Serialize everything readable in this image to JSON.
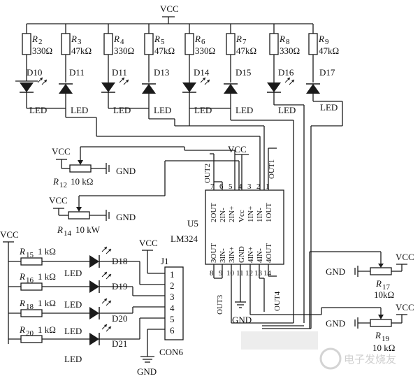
{
  "vcc_label": "VCC",
  "gnd_label": "GND",
  "led_label": "LED",
  "top_resistors": [
    {
      "ref": "R",
      "sub": "2",
      "value": "330Ω"
    },
    {
      "ref": "R",
      "sub": "3",
      "value": "47kΩ"
    },
    {
      "ref": "R",
      "sub": "4",
      "value": "330Ω"
    },
    {
      "ref": "R",
      "sub": "5",
      "value": "47kΩ"
    },
    {
      "ref": "R",
      "sub": "6",
      "value": "330Ω"
    },
    {
      "ref": "R",
      "sub": "7",
      "value": "47kΩ"
    },
    {
      "ref": "R",
      "sub": "8",
      "value": "330Ω"
    },
    {
      "ref": "R",
      "sub": "9",
      "value": "47kΩ"
    }
  ],
  "top_diodes": [
    "D10",
    "D11",
    "D11",
    "D13",
    "D14",
    "D15",
    "D16",
    "D17"
  ],
  "pots": [
    {
      "ref": "R",
      "sub": "12",
      "value": "10 kΩ"
    },
    {
      "ref": "R",
      "sub": "14",
      "value": "10 kW"
    },
    {
      "ref": "R",
      "sub": "17",
      "value": "10kΩ"
    },
    {
      "ref": "R",
      "sub": "19",
      "value": "10 kΩ"
    }
  ],
  "chip": {
    "ref": "U5",
    "part": "LM324",
    "top_pin_numbers": [
      "7",
      "6",
      "5",
      "4",
      "3",
      "2",
      "1"
    ],
    "top_pin_names": [
      "2OUT",
      "2IN-",
      "2IN+",
      "Vcc",
      "1IN+",
      "1IN-",
      "1OUT"
    ],
    "bottom_pin_numbers": [
      "8",
      "9",
      "10",
      "11",
      "12",
      "13",
      "14"
    ],
    "bottom_pin_names": [
      "3OUT",
      "3IN-",
      "3IN+",
      "GND",
      "4IN+",
      "4IN-",
      "4OUT"
    ],
    "net_out2": "OUT2",
    "net_out1": "OUT1",
    "net_out3": "OUT3",
    "net_out4": "OUT4"
  },
  "left_resistors": [
    {
      "ref": "R",
      "sub": "15",
      "value": "1 kΩ"
    },
    {
      "ref": "R",
      "sub": "16",
      "value": "1 kΩ"
    },
    {
      "ref": "R",
      "sub": "18",
      "value": "1 kΩ"
    },
    {
      "ref": "R",
      "sub": "20",
      "value": "1 kΩ"
    }
  ],
  "left_diodes": [
    "D18",
    "D19",
    "D20",
    "D21"
  ],
  "connector": {
    "ref": "J1",
    "part": "CON6",
    "pins": [
      "1",
      "2",
      "3",
      "4",
      "5",
      "6"
    ]
  },
  "watermark": "电子发烧友"
}
